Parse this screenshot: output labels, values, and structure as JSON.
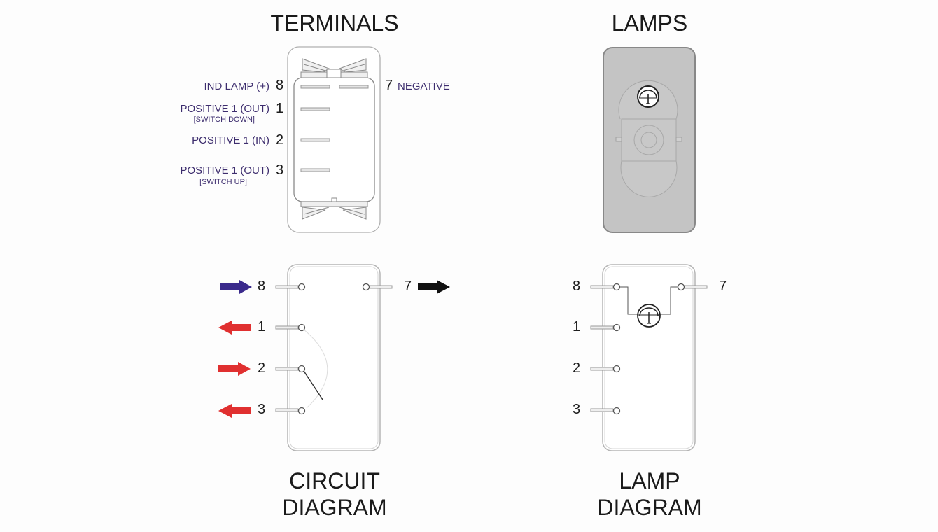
{
  "titles": {
    "terminals": "TERMINALS",
    "lamps": "LAMPS",
    "circuit_line1": "CIRCUIT",
    "circuit_line2": "DIAGRAM",
    "lamp_line1": "LAMP",
    "lamp_line2": "DIAGRAM"
  },
  "terminals": {
    "pins": [
      {
        "number": "8",
        "label": "IND LAMP (+)",
        "sublabel": ""
      },
      {
        "number": "1",
        "label": "POSITIVE 1 (OUT)",
        "sublabel": "[SWITCH DOWN]"
      },
      {
        "number": "2",
        "label": "POSITIVE 1 (IN)",
        "sublabel": ""
      },
      {
        "number": "3",
        "label": "POSITIVE 1 (OUT)",
        "sublabel": "[SWITCH UP]"
      }
    ],
    "right_pin": {
      "number": "7",
      "label": "NEGATIVE"
    }
  },
  "circuit": {
    "pins": [
      {
        "number": "8",
        "arrow": "in",
        "color": "#3a2a8c"
      },
      {
        "number": "1",
        "arrow": "out",
        "color": "#e03030"
      },
      {
        "number": "2",
        "arrow": "in",
        "color": "#e03030"
      },
      {
        "number": "3",
        "arrow": "out",
        "color": "#e03030"
      }
    ],
    "right_pin": {
      "number": "7",
      "arrow": "out",
      "color": "#111111"
    }
  },
  "lamp_diagram": {
    "pins": [
      "8",
      "1",
      "2",
      "3"
    ],
    "right_pin": "7"
  },
  "colors": {
    "label_text": "#3d2d6e",
    "lamp_body": "#c4c4c4"
  }
}
